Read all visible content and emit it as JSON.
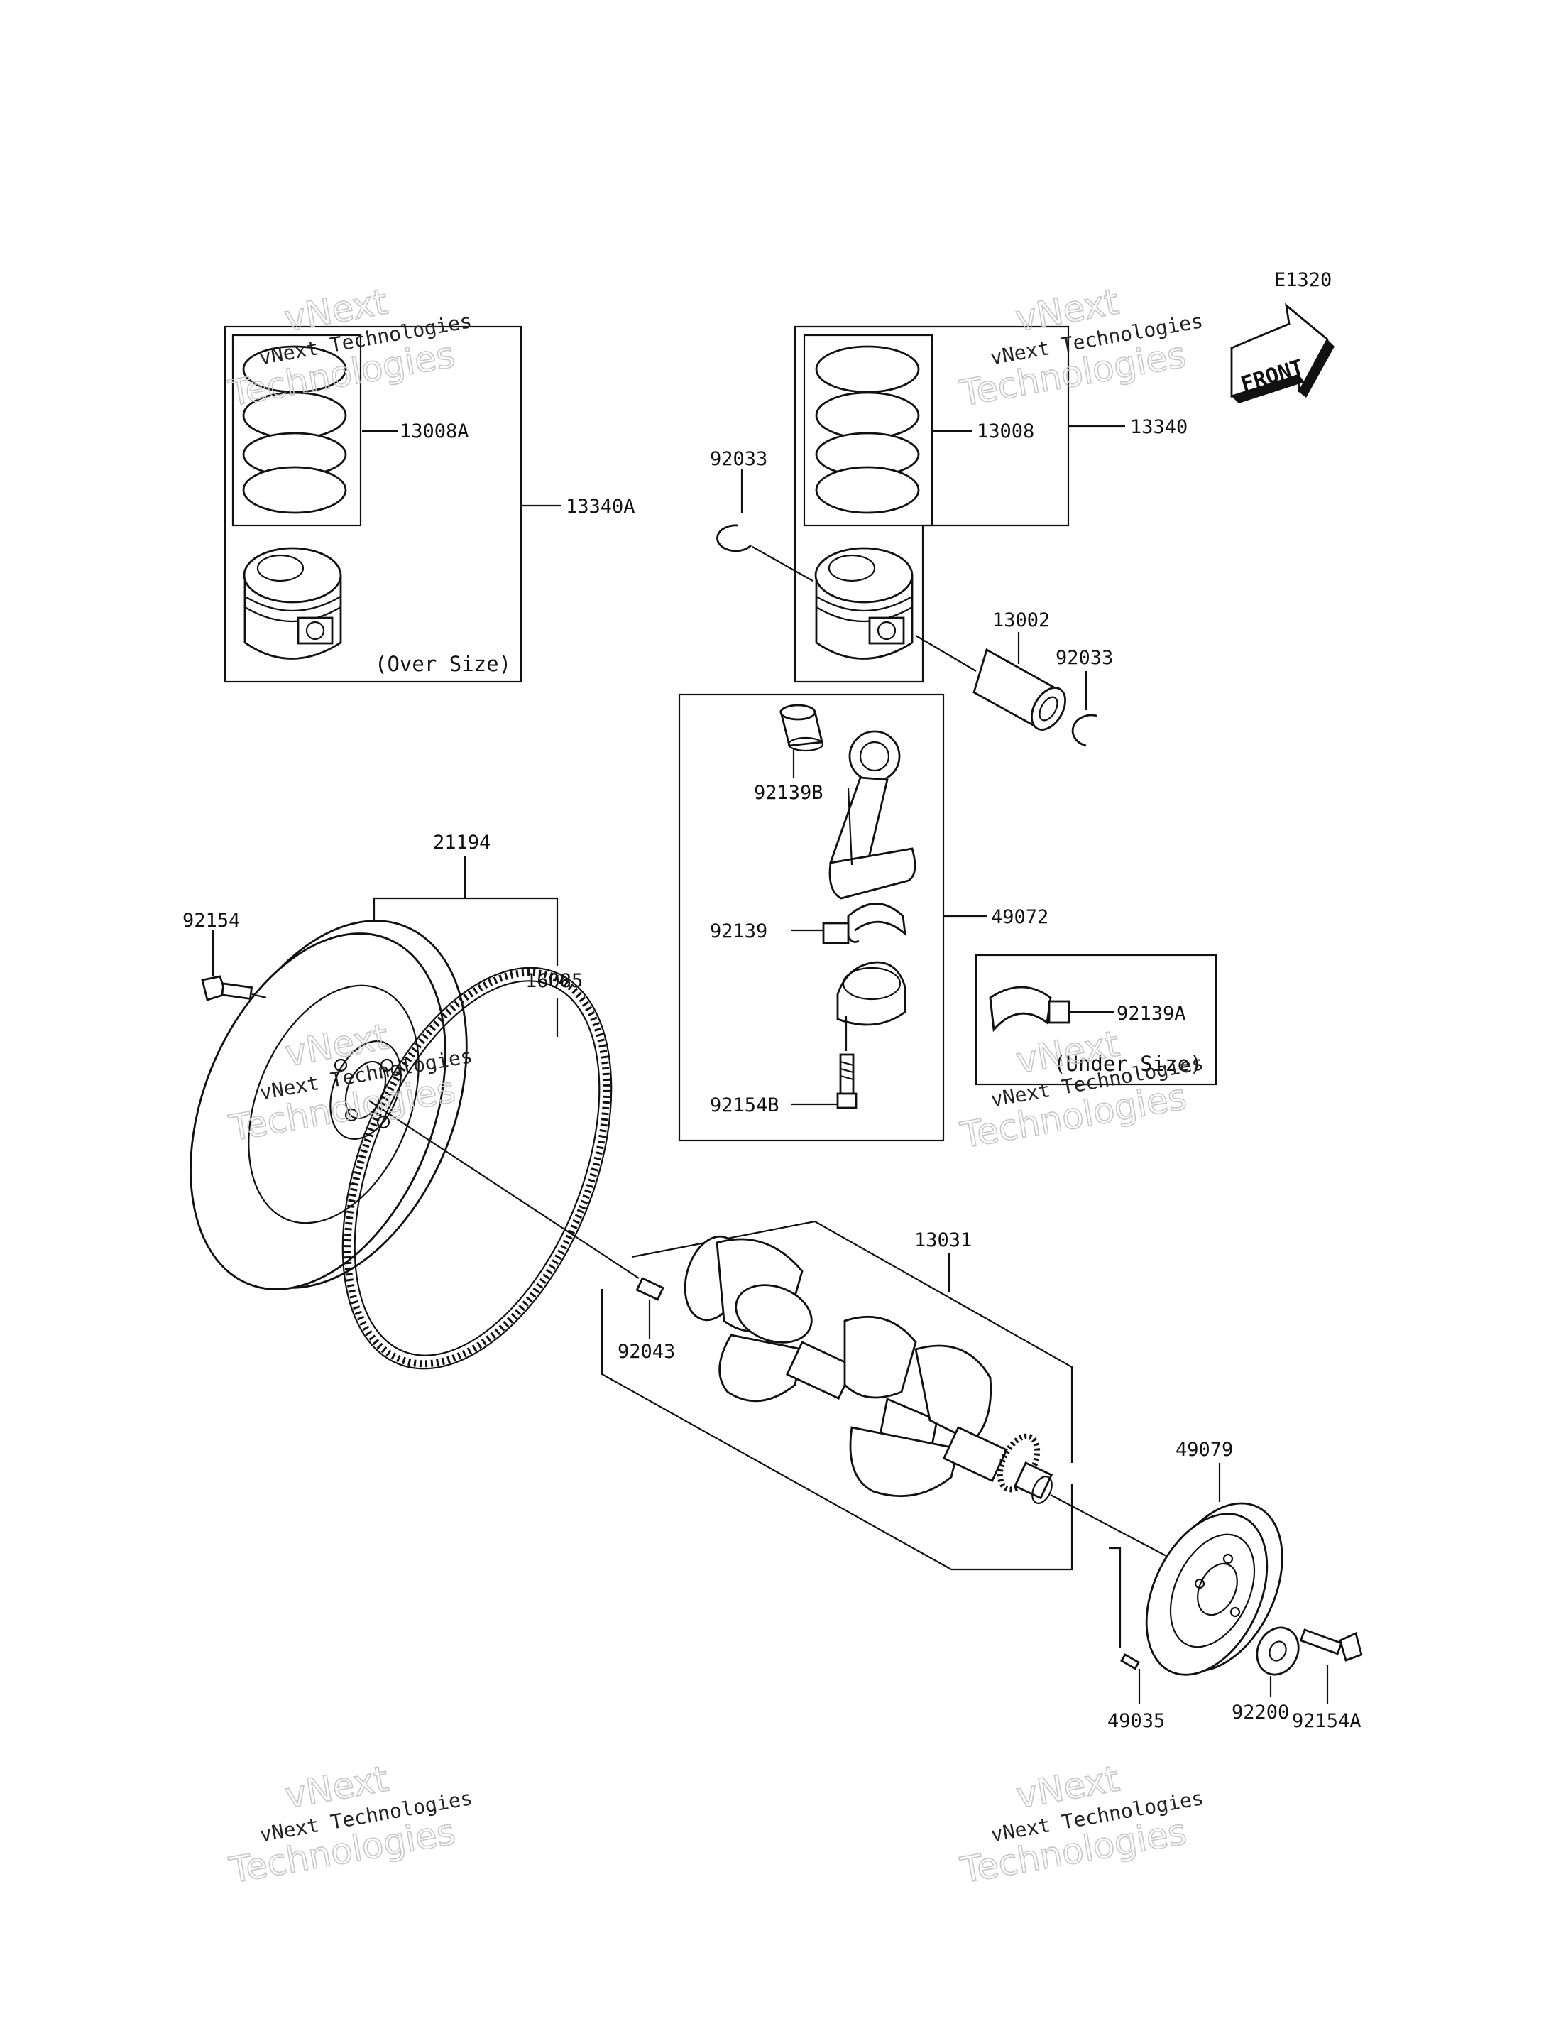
{
  "diagram_code": "E1320",
  "front_label": "FRONT",
  "notes": {
    "over_size": "(Over Size)",
    "under_size": "(Under Size)"
  },
  "watermark": {
    "company": "vNext Technologies",
    "brand_line1": "vNext",
    "brand_line2": "Technologies"
  },
  "parts": {
    "p13340A": "13340A",
    "p13008A": "13008A",
    "p13340": "13340",
    "p13008": "13008",
    "p92033_top": "92033",
    "p13002": "13002",
    "p92033_right": "92033",
    "p92139B": "92139B",
    "p49072": "49072",
    "p92139": "92139",
    "p92154B": "92154B",
    "p92139A": "92139A",
    "p21194": "21194",
    "p92154": "92154",
    "p16085": "16085",
    "p13031": "13031",
    "p92043": "92043",
    "p49079": "49079",
    "p92200": "92200",
    "p92154A": "92154A",
    "p49035": "49035"
  }
}
